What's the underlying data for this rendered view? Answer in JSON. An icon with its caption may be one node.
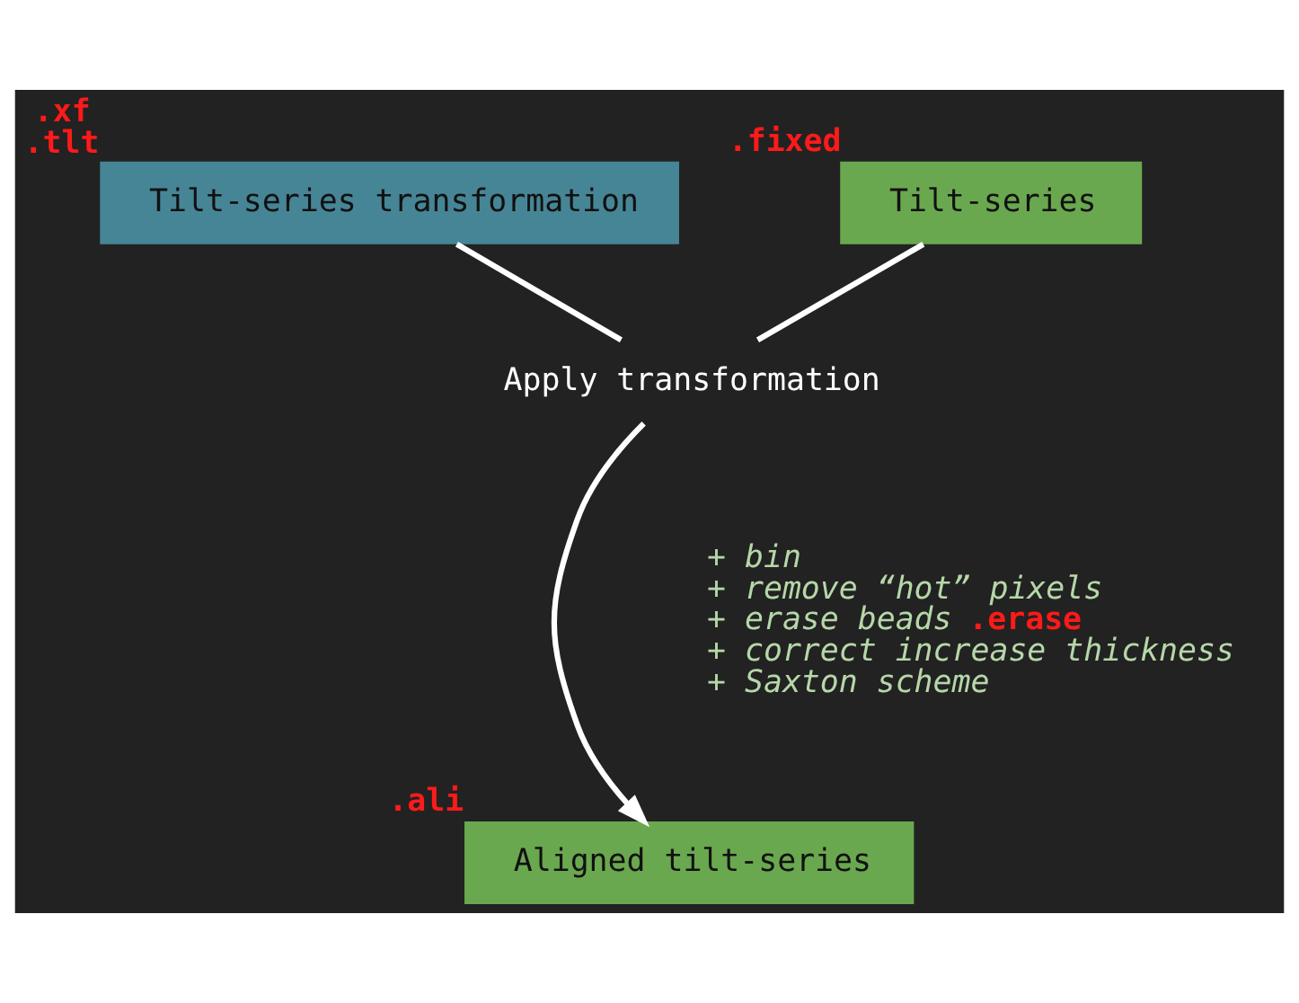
{
  "diagram": {
    "nodes": [
      {
        "text": [
          "Tilt-series transformation"
        ],
        "beside": [
          ".xf",
          ".tlt"
        ]
      },
      {
        "text": [
          "Tilt-series"
        ],
        "beside": [
          ".fixed"
        ]
      },
      {
        "text": [
          "Apply transformation"
        ]
      },
      {
        "text": [
          "Aligned tilt-series"
        ],
        "beside": [
          ".ali"
        ]
      }
    ],
    "edges": [
      {
        "from": 0,
        "to": 2,
        "arrow": "none"
      },
      {
        "from": 1,
        "to": 2,
        "arrow": "none"
      },
      {
        "from": 2,
        "to": 3,
        "arrow": "to"
      }
    ],
    "labels": [
      "+ bin",
      "+ remove “hot” pixels",
      "+ erase beads",
      ".erase",
      "+ correct increase thickness",
      "+ Saxton scheme"
    ]
  }
}
